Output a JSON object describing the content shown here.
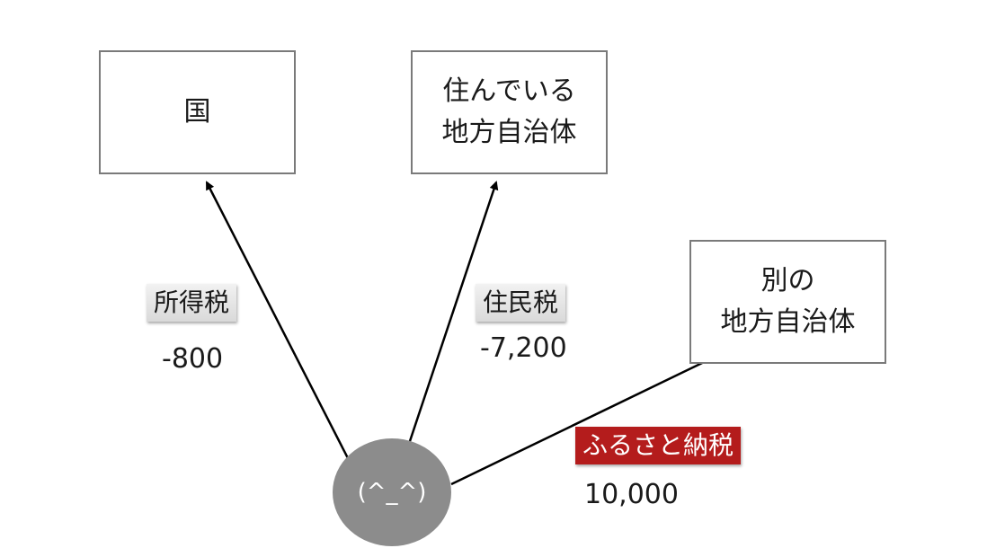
{
  "boxes": {
    "country": {
      "label": "国"
    },
    "residence_local": {
      "line1": "住んでいる",
      "line2": "地方自治体"
    },
    "other_local": {
      "line1": "別の",
      "line2": "地方自治体"
    }
  },
  "flows": {
    "income_tax": {
      "label": "所得税",
      "amount": "-800"
    },
    "resident_tax": {
      "label": "住民税",
      "amount": "-7,200"
    },
    "furusato_tax": {
      "label": "ふるさと納税",
      "amount": "10,000"
    }
  },
  "person": {
    "face": "(^_^)"
  },
  "colors": {
    "box_border": "#7a7a7a",
    "person_fill": "#8c8c8c",
    "furusato_tag": "#b41c1c",
    "arrow": "#000000"
  }
}
